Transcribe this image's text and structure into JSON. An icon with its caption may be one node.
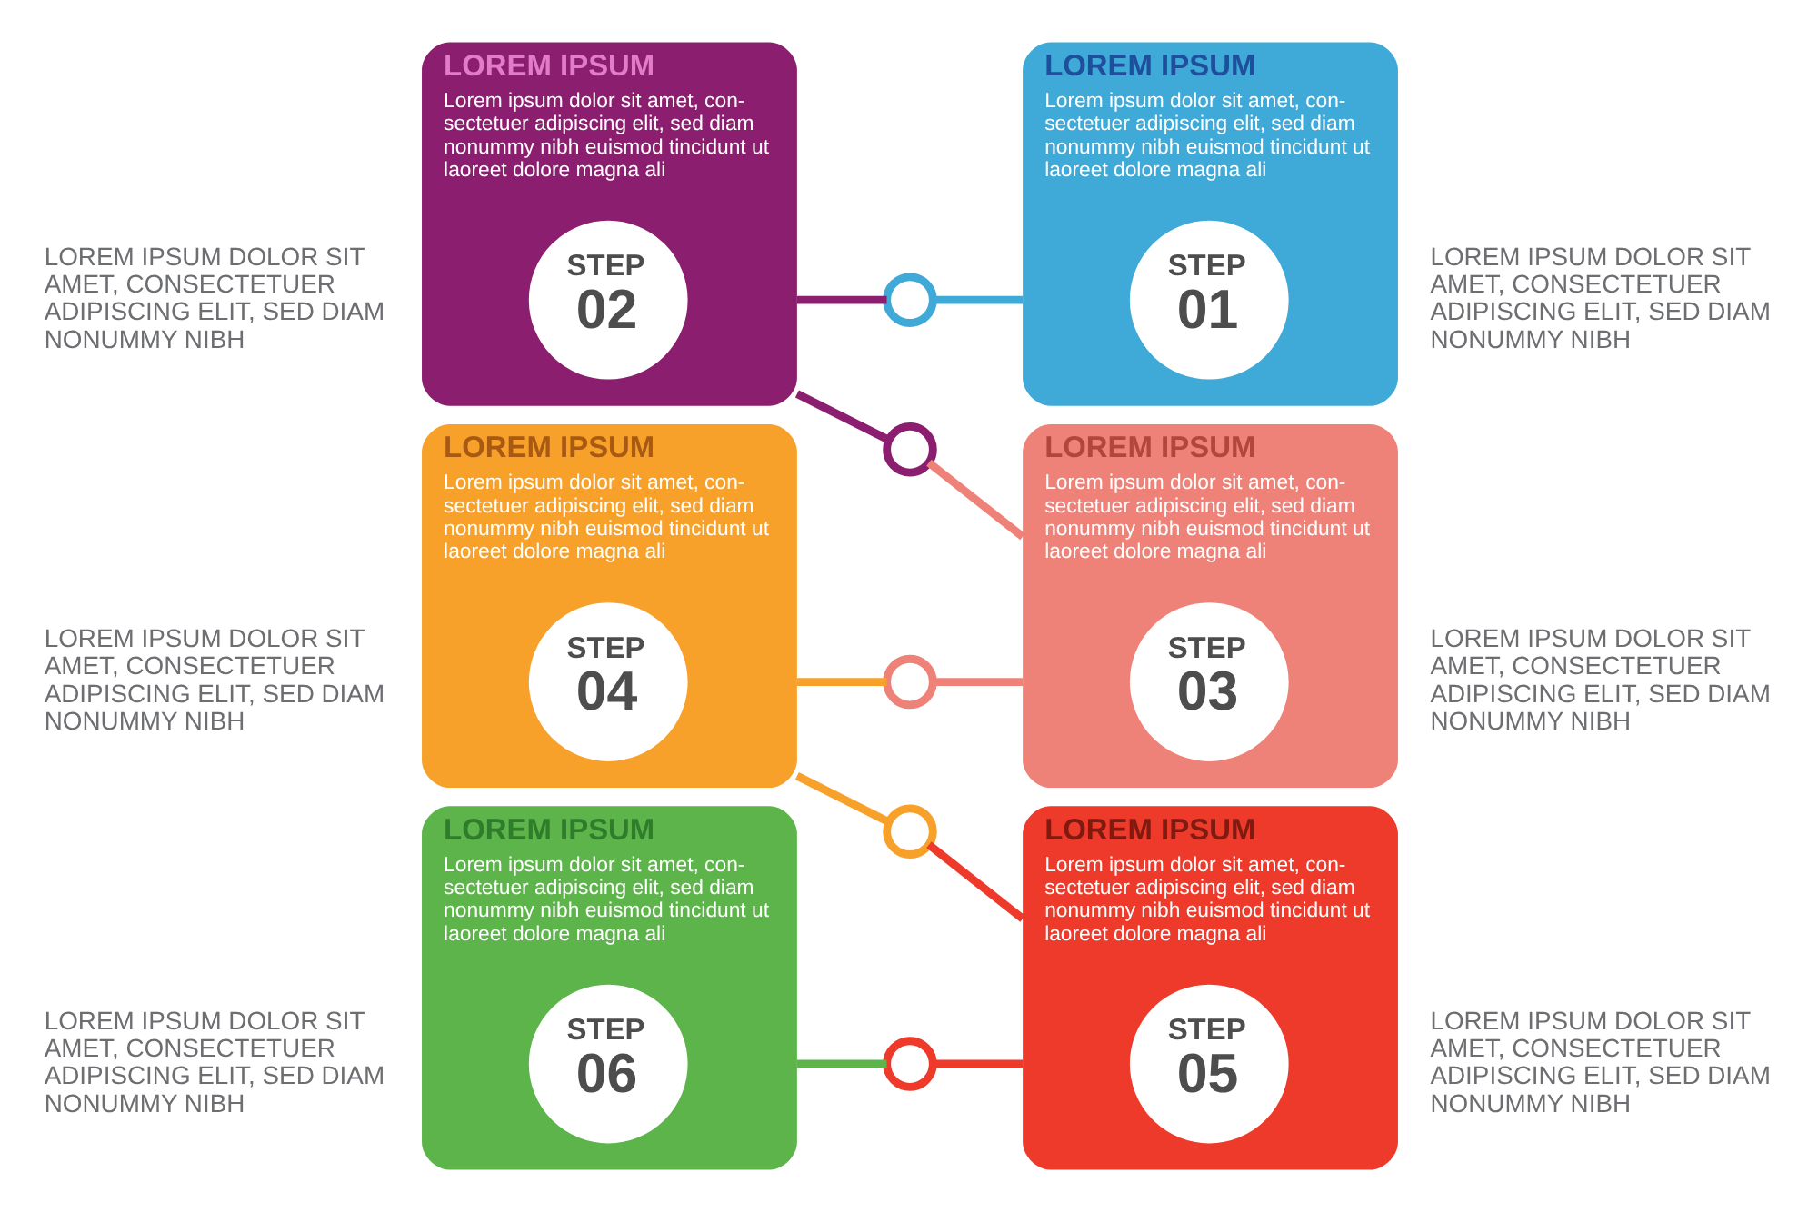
{
  "diagram": {
    "nodes": [
      {
        "text": [
          "LOREM IPSUM",
          "Lorem ipsum dolor sit amet, con- sectetuer adipiscing elit, sed diam nonummy nibh euismod tincidunt ut laoreet dolore magna ali"
        ],
        "beside": [
          "LOREM IPSUM DOLOR SIT AMET, CONSECTETUER ADIPISCING ELIT, SED DIAM NONUMMY NIBH"
        ]
      },
      {
        "text": [
          "STEP",
          "01"
        ],
        "in": 0
      },
      {
        "text": [],
        "shape": "circle"
      },
      {
        "text": [
          "LOREM IPSUM",
          "Lorem ipsum dolor sit amet, con- sectetuer adipiscing elit, sed diam nonummy nibh euismod tincidunt ut laoreet dolore magna ali"
        ],
        "beside": [
          "LOREM IPSUM DOLOR SIT AMET, CONSECTETUER ADIPISCING ELIT, SED DIAM NONUMMY NIBH"
        ]
      },
      {
        "text": [
          "STEP",
          "02"
        ],
        "in": 3
      },
      {
        "text": [],
        "shape": "circle"
      },
      {
        "text": [
          "LOREM IPSUM",
          "Lorem ipsum dolor sit amet, con- sectetuer adipiscing elit, sed diam nonummy nibh euismod tincidunt ut laoreet dolore magna ali"
        ],
        "beside": [
          "LOREM IPSUM DOLOR SIT AMET, CONSECTETUER ADIPISCING ELIT, SED DIAM NONUMMY NIBH"
        ]
      },
      {
        "text": [
          "STEP",
          "03"
        ],
        "in": 6
      },
      {
        "text": [],
        "shape": "circle"
      },
      {
        "text": [
          "LOREM IPSUM",
          "Lorem ipsum dolor sit amet, con- sectetuer adipiscing elit, sed diam nonummy nibh euismod tincidunt ut laoreet dolore magna ali"
        ],
        "beside": [
          "LOREM IPSUM DOLOR SIT AMET, CONSECTETUER ADIPISCING ELIT, SED DIAM NONUMMY NIBH"
        ]
      },
      {
        "text": [
          "STEP",
          "04"
        ],
        "in": 9
      },
      {
        "text": [],
        "shape": "circle"
      },
      {
        "text": [
          "LOREM IPSUM",
          "Lorem ipsum dolor sit amet, con- sectetuer adipiscing elit, sed diam nonummy nibh euismod tincidunt ut laoreet dolore magna ali"
        ],
        "beside": [
          "LOREM IPSUM DOLOR SIT AMET, CONSECTETUER ADIPISCING ELIT, SED DIAM NONUMMY NIBH"
        ]
      },
      {
        "text": [
          "STEP",
          "05"
        ],
        "in": 12
      },
      {
        "text": [],
        "shape": "circle"
      },
      {
        "text": [
          "LOREM IPSUM",
          "Lorem ipsum dolor sit amet, con- sectetuer adipiscing elit, sed diam nonummy nibh euismod tincidunt ut laoreet dolore magna ali"
        ],
        "beside": [
          "LOREM IPSUM DOLOR SIT AMET, CONSECTETUER ADIPISCING ELIT, SED DIAM NONUMMY NIBH"
        ]
      },
      {
        "text": [
          "STEP",
          "06"
        ],
        "in": 15
      }
    ],
    "edges": [
      {
        "from": 3,
        "to": 2,
        "arrow": "none",
        "color": "#8b1e6e"
      },
      {
        "from": 2,
        "to": 0,
        "arrow": "none",
        "color": "#3fa9d8"
      },
      {
        "from": 3,
        "to": 5,
        "arrow": "none",
        "color": "#8b1e6e"
      },
      {
        "from": 5,
        "to": 6,
        "arrow": "none",
        "color": "#ef8278"
      },
      {
        "from": 9,
        "to": 8,
        "arrow": "none",
        "color": "#f7a12b"
      },
      {
        "from": 8,
        "to": 6,
        "arrow": "none",
        "color": "#ef8278"
      },
      {
        "from": 9,
        "to": 11,
        "arrow": "none",
        "color": "#f7a12b"
      },
      {
        "from": 11,
        "to": 12,
        "arrow": "none",
        "color": "#ee3a2b"
      },
      {
        "from": 15,
        "to": 14,
        "arrow": "none",
        "color": "#5cb44a"
      },
      {
        "from": 14,
        "to": 12,
        "arrow": "none",
        "color": "#ee3a2b"
      }
    ]
  }
}
